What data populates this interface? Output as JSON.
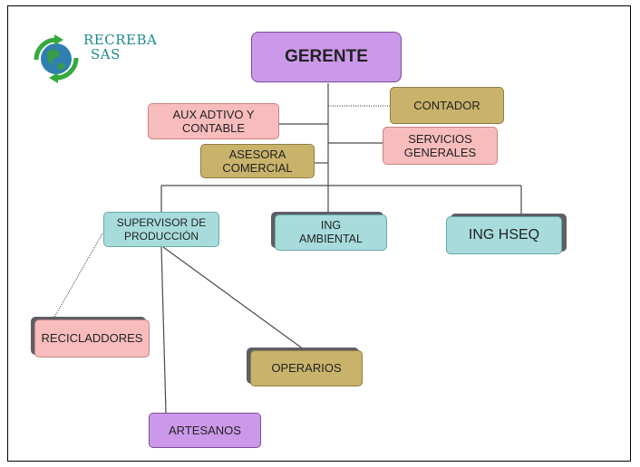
{
  "logo": {
    "line1": "RECREBA",
    "line2": "SAS"
  },
  "nodes": {
    "gerente": "GERENTE",
    "contador": "CONTADOR",
    "aux_line1": "AUX ADTIVO Y",
    "aux_line2": "CONTABLE",
    "servicios_line1": "SERVICIOS",
    "servicios_line2": "GENERALES",
    "asesora_line1": "ASESORA",
    "asesora_line2": "COMERCIAL",
    "supervisor_line1": "SUPERVISOR DE",
    "supervisor_line2": "PRODUCCIÓN",
    "ing_ambiental_line1": "ING",
    "ing_ambiental_line2": "AMBIENTAL",
    "ing_hseq": "ING HSEQ",
    "recicladdores": "RECICLADDORES",
    "operarios": "OPERARIOS",
    "artesanos": "ARTESANOS"
  },
  "colors": {
    "purple": "#cc99ea",
    "pink": "#f8bcbc",
    "olive": "#c9b36b",
    "teal": "#a8dcdc",
    "logo_teal": "#1f8a8a"
  },
  "icons": [
    "recycle-globe-logo-icon"
  ]
}
